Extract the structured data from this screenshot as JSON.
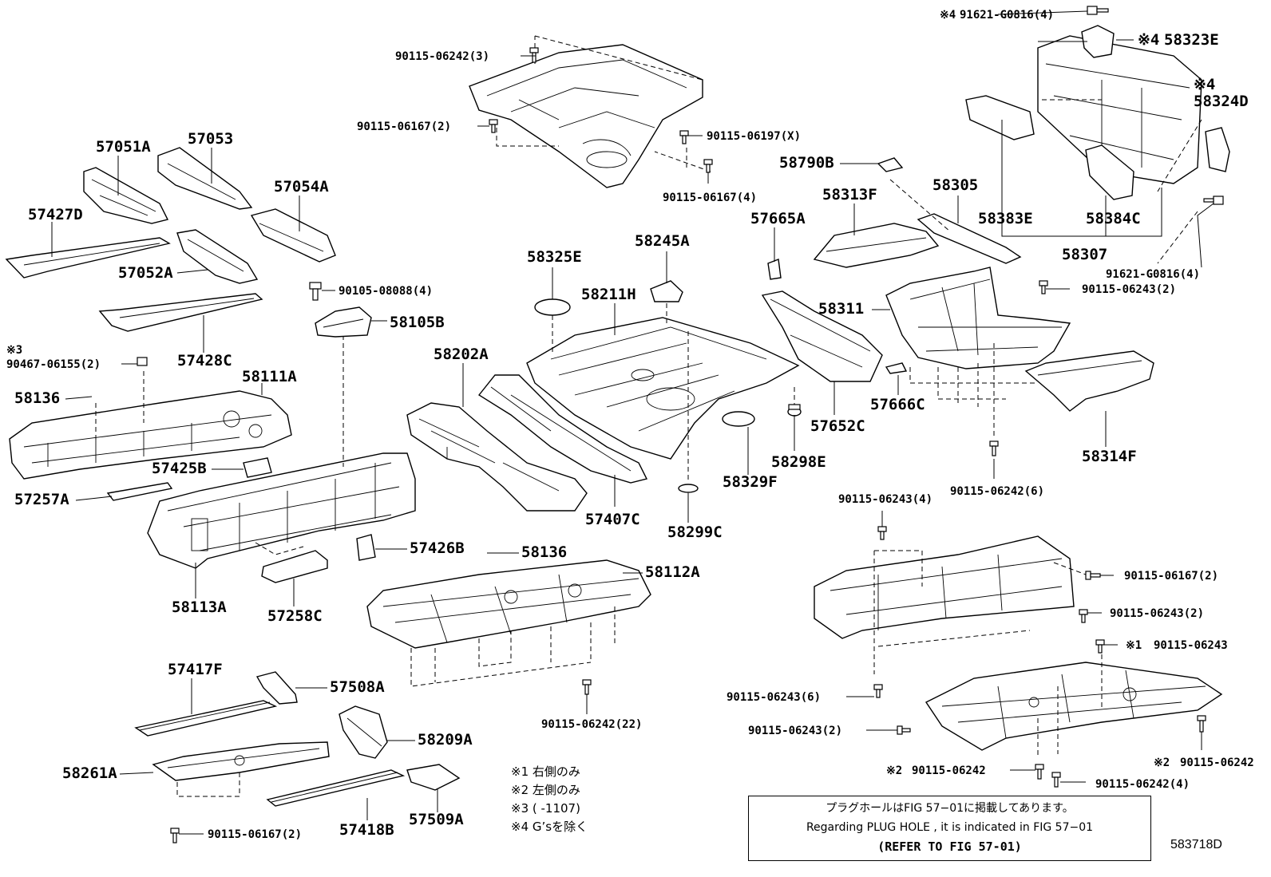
{
  "labels": {
    "p57051A": "57051A",
    "p57053": "57053",
    "p57054A": "57054A",
    "p57427D": "57427D",
    "p57052A": "57052A",
    "p57428C": "57428C",
    "p58136a": "58136",
    "p58111A": "58111A",
    "p57425B": "57425B",
    "p57257A": "57257A",
    "p58113A": "58113A",
    "p57258C": "57258C",
    "p57426B": "57426B",
    "p58136b": "58136",
    "p58112A": "58112A",
    "p57417F": "57417F",
    "p57508A": "57508A",
    "p58209A": "58209A",
    "p58261A": "58261A",
    "p57418B": "57418B",
    "p57509A": "57509A",
    "p58105B": "58105B",
    "p58325E": "58325E",
    "p58245A": "58245A",
    "p58211H": "58211H",
    "p58202A": "58202A",
    "p57407C": "57407C",
    "p58299C": "58299C",
    "p58329F": "58329F",
    "p58298E": "58298E",
    "p58790B": "58790B",
    "p58313F": "58313F",
    "p58305": "58305",
    "p57665A": "57665A",
    "p58311": "58311",
    "p57652C": "57652C",
    "p57666C": "57666C",
    "p58314F": "58314F",
    "p58323E": "58323E",
    "p58324D": "58324D",
    "p58383E": "58383E",
    "p58384C": "58384C",
    "p58307": "58307"
  },
  "fasteners": {
    "f1": "90115-06242(3)",
    "f2": "90115-06167(2)",
    "f3": "90115-06197(X)",
    "f4": "90115-06167(4)",
    "f5": "90105-08088(4)",
    "f6": "90467-06155(2)",
    "f7": "91621-G0816(4)",
    "f8": "91621-G0816(4)",
    "f9": "90115-06243(2)",
    "f10": "90115-06242(6)",
    "f11": "90115-06243(4)",
    "f12": "90115-06167(2)",
    "f13": "90115-06243(2)",
    "f14": "90115-06243",
    "f15": "90115-06243(6)",
    "f16": "90115-06243(2)",
    "f17": "90115-06242",
    "f18": "90115-06242",
    "f19": "90115-06242(4)",
    "f20": "90115-06242(22)",
    "f21": "90115-06167(2)"
  },
  "marks": {
    "m3": "※3",
    "m4a": "※4",
    "m4b": "※4",
    "m4c": "※4",
    "m1": "※1",
    "m2a": "※2",
    "m2b": "※2"
  },
  "footnotes": [
    "※1 右側のみ",
    "※2 左側のみ",
    "※3 (      -1107)",
    "※4 G’sを除く"
  ],
  "notice": {
    "line1": "プラグホールはFIG 57−01に掲載してあります。",
    "line2": "Regarding  PLUG  HOLE , it is indicated in FIG  57−01",
    "line3": "(REFER TO FIG 57-01)"
  },
  "image_id": "583718D"
}
